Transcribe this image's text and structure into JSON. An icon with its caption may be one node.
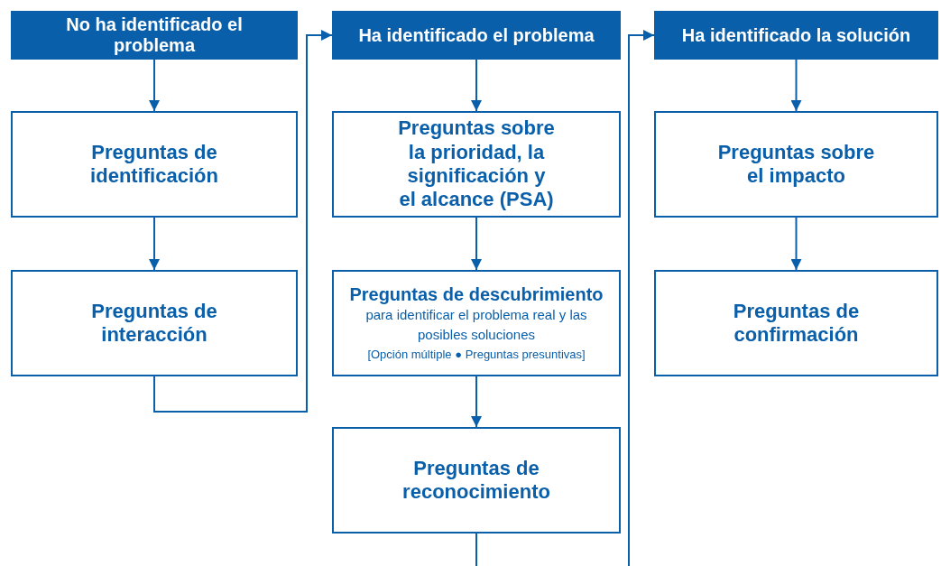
{
  "diagram": {
    "nodes": [
      {
        "text": [
          "No ha identificado el problema"
        ]
      },
      {
        "text": [
          "Preguntas de identificación"
        ]
      },
      {
        "text": [
          "Preguntas de interacción"
        ]
      },
      {
        "text": [
          "Ha identificado el problema"
        ]
      },
      {
        "text": [
          "Preguntas sobre la prioridad, la significación y el alcance (PSA)"
        ]
      },
      {
        "text": [
          "Preguntas de descubrimiento",
          "para identificar el problema real y las posibles soluciones",
          "[Opción múltiple ● Preguntas presuntivas]"
        ]
      },
      {
        "text": [
          "Preguntas de reconocimiento"
        ]
      },
      {
        "text": [
          "Ha identificado la solución"
        ]
      },
      {
        "text": [
          "Preguntas sobre el impacto"
        ]
      },
      {
        "text": [
          "Preguntas de confirmación"
        ]
      }
    ],
    "edges": [
      {
        "from": 0,
        "to": 1,
        "arrow": "to"
      },
      {
        "from": 1,
        "to": 2,
        "arrow": "to"
      },
      {
        "from": 2,
        "to": 3,
        "arrow": "to"
      },
      {
        "from": 3,
        "to": 4,
        "arrow": "to"
      },
      {
        "from": 4,
        "to": 5,
        "arrow": "to"
      },
      {
        "from": 5,
        "to": 6,
        "arrow": "to"
      },
      {
        "from": 6,
        "to": null,
        "arrow": "none"
      },
      {
        "from": null,
        "to": 7,
        "arrow": "to"
      },
      {
        "from": 7,
        "to": 8,
        "arrow": "to"
      },
      {
        "from": 8,
        "to": 9,
        "arrow": "to"
      }
    ]
  }
}
